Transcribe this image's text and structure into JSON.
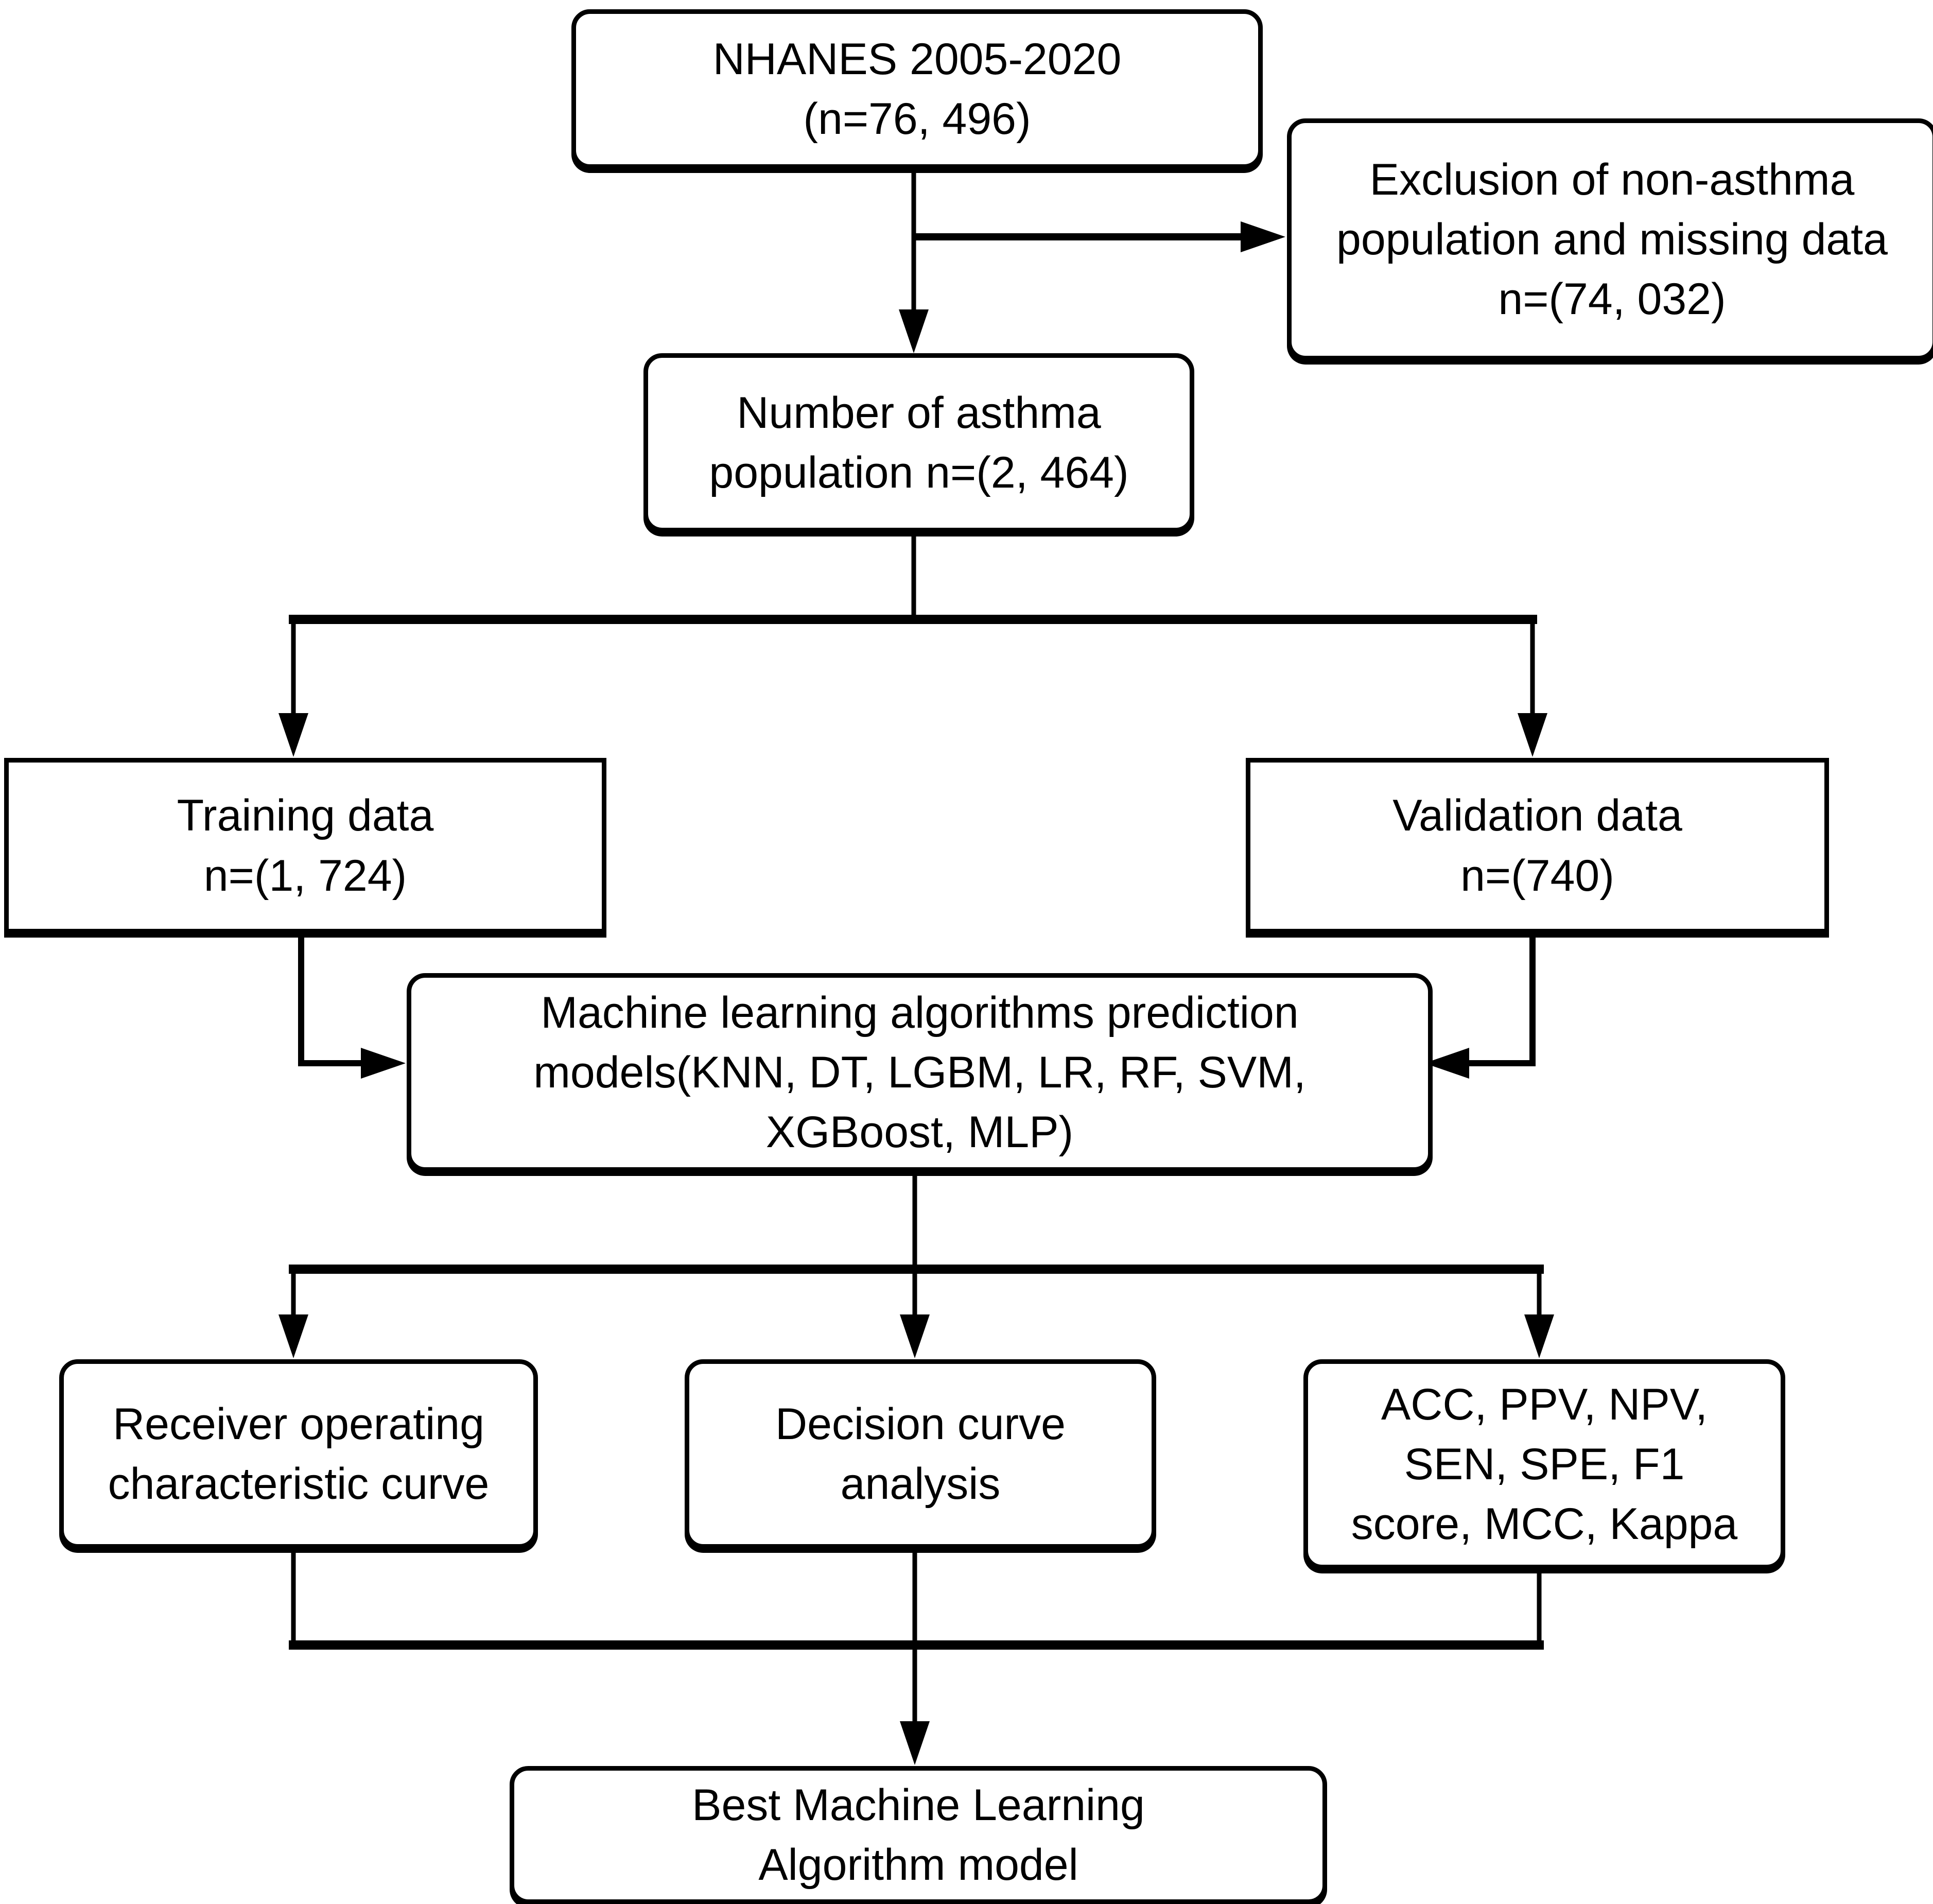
{
  "figure": {
    "type": "flowchart",
    "title": "NHANES asthma machine-learning study flow diagram"
  },
  "colors": {
    "background": "#ffffff",
    "box_fill": "#ffffff",
    "box_border": "#000000",
    "line": "#000000",
    "text": "#000000"
  },
  "nodes": {
    "nhanes": {
      "label": "NHANES 2005-2020\n(n=76, 496)"
    },
    "exclusion": {
      "label": "Exclusion of non-asthma\npopulation and missing data\nn=(74, 032)"
    },
    "asthma": {
      "label": "Number of asthma\npopulation n=(2, 464)"
    },
    "training": {
      "label": "Training data\nn=(1, 724)"
    },
    "validation": {
      "label": "Validation data\nn=(740)"
    },
    "ml": {
      "label": "Machine learning algorithms prediction\nmodels(KNN, DT, LGBM, LR, RF, SVM,\nXGBoost, MLP)"
    },
    "roc": {
      "label": "Receiver operating\ncharacteristic curve"
    },
    "dca": {
      "label": "Decision curve\nanalysis"
    },
    "acc": {
      "label": "ACC, PPV, NPV,\nSEN, SPE, F1\nscore, MCC, Kappa"
    },
    "best": {
      "label": "Best Machine Learning\nAlgorithm model"
    }
  },
  "edges": [
    {
      "from": "nhanes",
      "to": "exclusion"
    },
    {
      "from": "nhanes",
      "to": "asthma"
    },
    {
      "from": "asthma",
      "to": "training"
    },
    {
      "from": "asthma",
      "to": "validation"
    },
    {
      "from": "training",
      "to": "ml"
    },
    {
      "from": "validation",
      "to": "ml"
    },
    {
      "from": "ml",
      "to": "roc"
    },
    {
      "from": "ml",
      "to": "dca"
    },
    {
      "from": "ml",
      "to": "acc"
    },
    {
      "from": "roc",
      "to": "best"
    },
    {
      "from": "dca",
      "to": "best"
    },
    {
      "from": "acc",
      "to": "best"
    }
  ]
}
